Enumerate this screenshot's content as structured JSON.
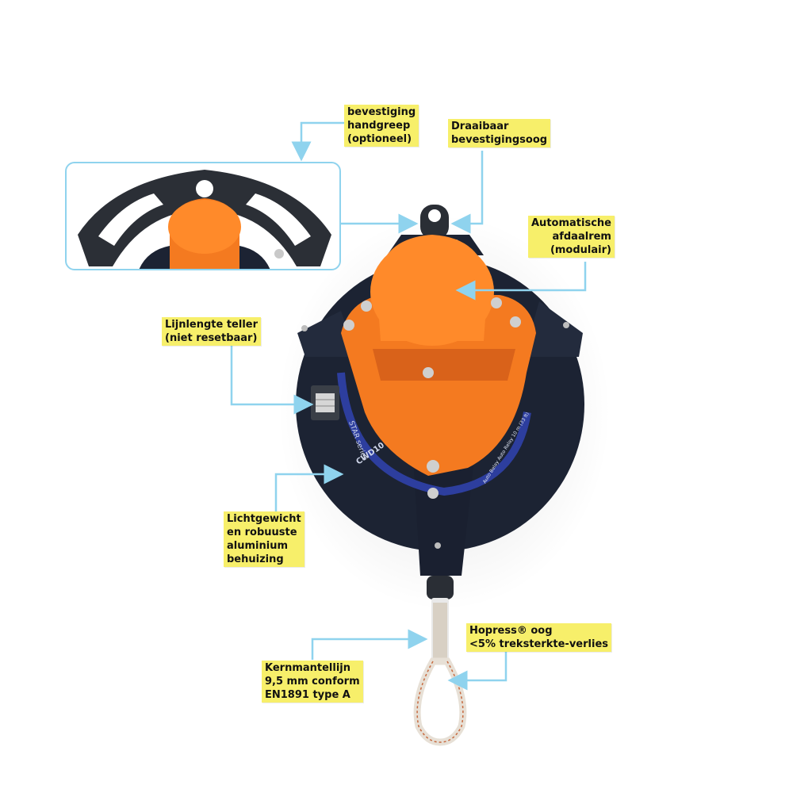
{
  "labels": {
    "handle": [
      "bevestiging",
      "handgreep",
      "(optioneel)"
    ],
    "swivel": [
      "Draaibaar",
      "bevestigingsoog"
    ],
    "brake": [
      "Automatische",
      "afdaalrem",
      "(modulair)"
    ],
    "counter": [
      "Lijnlengte teller",
      "(niet resetbaar)"
    ],
    "housing": [
      "Lichtgewicht",
      "en robuuste",
      "aluminium",
      "behuizing"
    ],
    "hopress": [
      "Hopress® oog",
      "<5% treksterkte-verlies"
    ],
    "rope": [
      "Kernmantellijn",
      "9,5 mm conform",
      "EN1891 type A"
    ]
  },
  "product_markings": {
    "series": "STAR series",
    "model": "CWD10",
    "rim_text": "Auto Belay Auto Relay 10 m (33 ft)"
  },
  "colors": {
    "note": "#f7ef6a",
    "arrow": "#8fd3ee",
    "housing": "#1c2333",
    "orange": "#f47a20"
  }
}
